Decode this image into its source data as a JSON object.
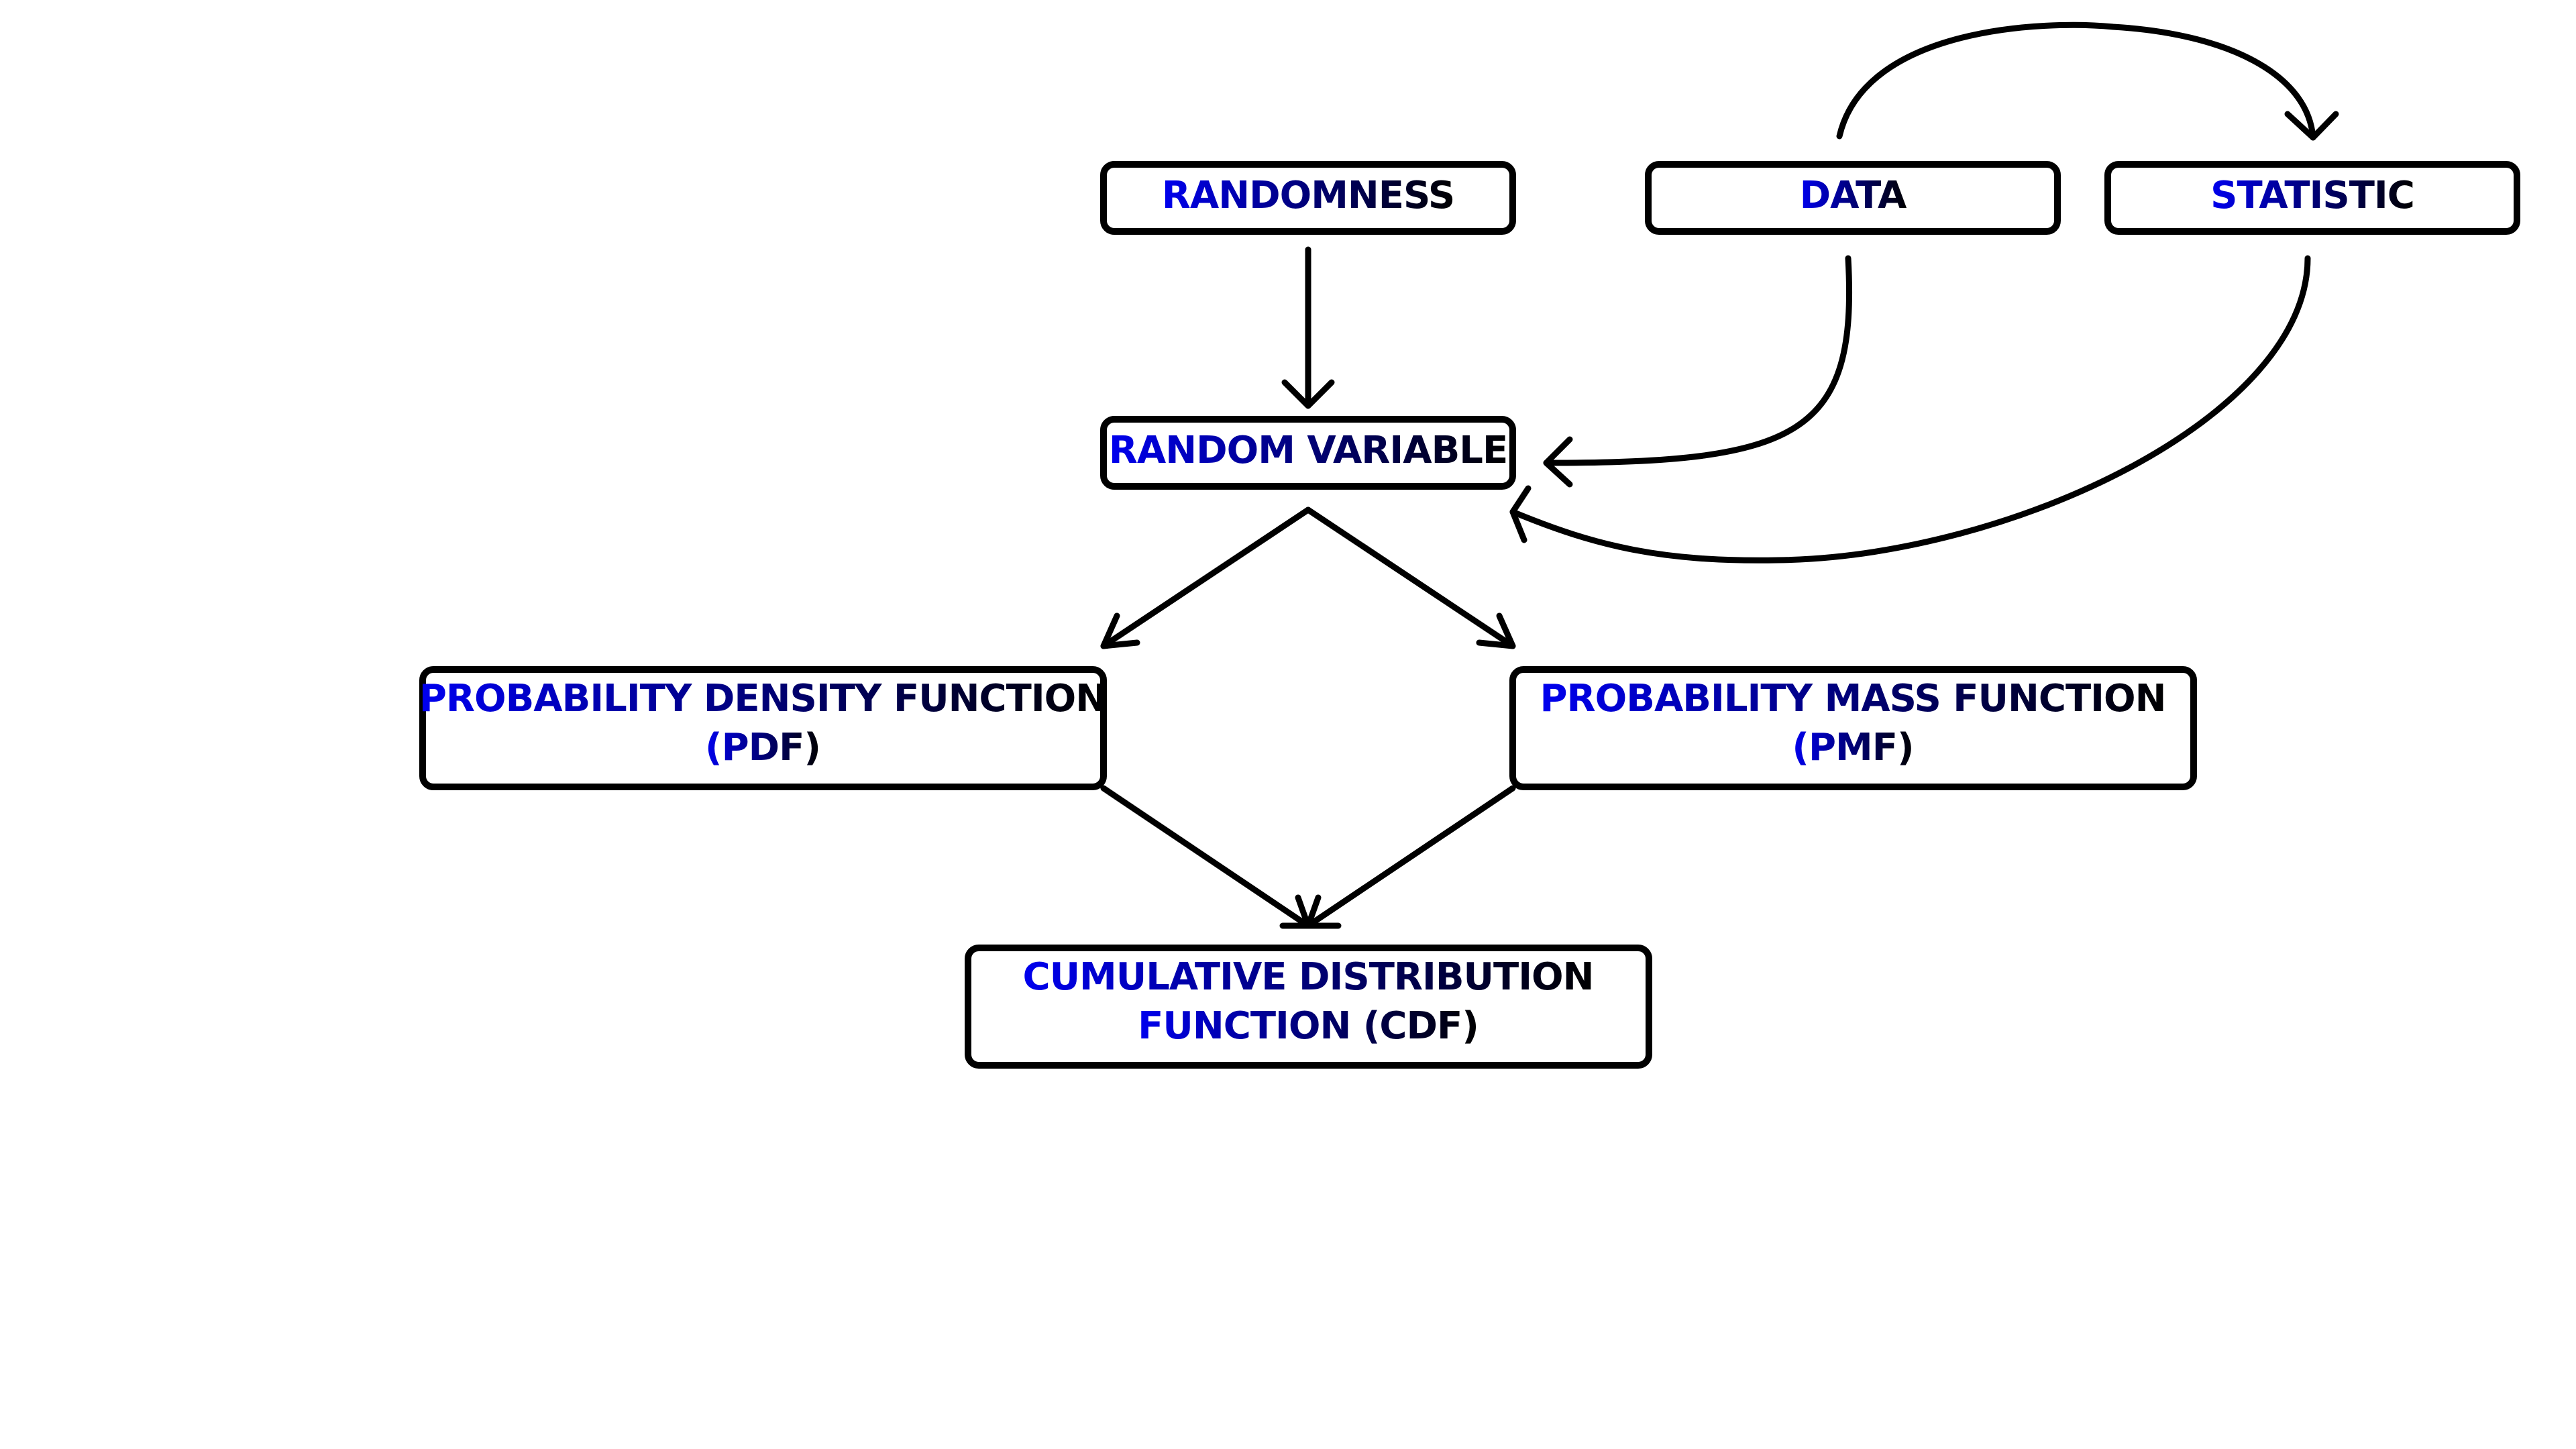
{
  "colors": {
    "gradient_start": "#0000ee",
    "gradient_end": "#000000",
    "box_stroke": "#000000",
    "arrow_stroke": "#000000",
    "background": "#ffffff"
  },
  "nodes": {
    "randomness": {
      "lines": [
        "RANDOMNESS"
      ]
    },
    "data": {
      "lines": [
        "DATA"
      ]
    },
    "statistic": {
      "lines": [
        "STATISTIC"
      ]
    },
    "random_variable": {
      "lines": [
        "RANDOM VARIABLE"
      ]
    },
    "pdf": {
      "lines": [
        "PROBABILITY DENSITY FUNCTION",
        "(PDF)"
      ]
    },
    "pmf": {
      "lines": [
        "PROBABILITY MASS FUNCTION",
        "(PMF)"
      ]
    },
    "cdf": {
      "lines": [
        "CUMULATIVE DISTRIBUTION",
        "FUNCTION (CDF)"
      ]
    }
  },
  "edges": [
    {
      "from": "randomness",
      "to": "random_variable"
    },
    {
      "from": "data",
      "to": "random_variable"
    },
    {
      "from": "statistic",
      "to": "random_variable"
    },
    {
      "from": "data",
      "to": "statistic"
    },
    {
      "from": "random_variable",
      "to": "pdf"
    },
    {
      "from": "random_variable",
      "to": "pmf"
    },
    {
      "from": "pdf",
      "to": "cdf"
    },
    {
      "from": "pmf",
      "to": "cdf"
    }
  ]
}
